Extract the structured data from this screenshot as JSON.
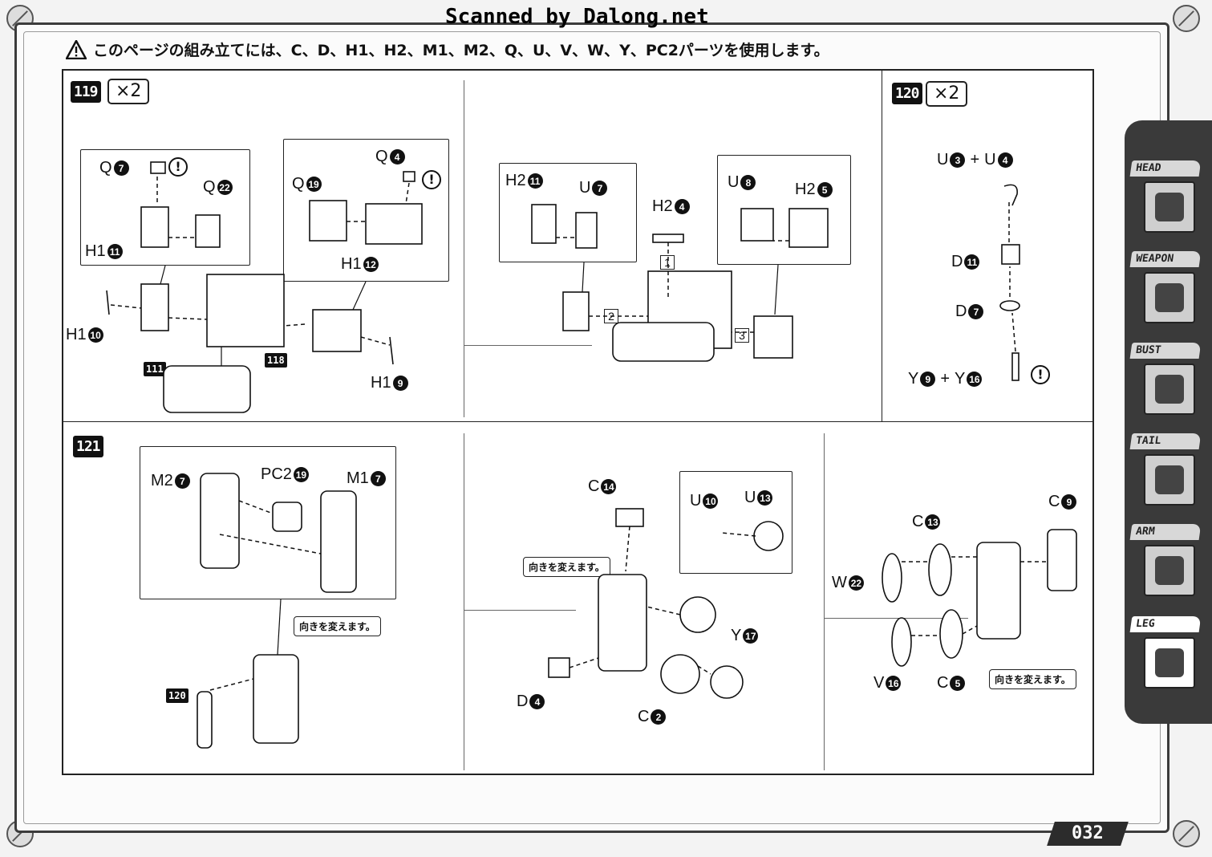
{
  "header": {
    "scan_credit": "Scanned by Dalong.net",
    "warning": "このページの組み立てには、C、D、H1、H2、M1、M2、Q、U、V、W、Y、PC2パーツを使用します。"
  },
  "steps": {
    "s119": {
      "number": "119",
      "multiplier": "×2"
    },
    "s120": {
      "number": "120",
      "multiplier": "×2"
    },
    "s121": {
      "number": "121"
    }
  },
  "labels119": {
    "q7": {
      "part": "Q",
      "n": "7"
    },
    "q22": {
      "part": "Q",
      "n": "22"
    },
    "h1_11": {
      "part": "H1",
      "n": "11"
    },
    "q19": {
      "part": "Q",
      "n": "19"
    },
    "q4": {
      "part": "Q",
      "n": "4"
    },
    "h1_12": {
      "part": "H1",
      "n": "12"
    },
    "h1_10": {
      "part": "H1",
      "n": "10"
    },
    "h1_9": {
      "part": "H1",
      "n": "9"
    },
    "tag111": "111",
    "tag118": "118",
    "h2_11": {
      "part": "H2",
      "n": "11"
    },
    "u7": {
      "part": "U",
      "n": "7"
    },
    "h2_4": {
      "part": "H2",
      "n": "4"
    },
    "u8": {
      "part": "U",
      "n": "8"
    },
    "h2_5": {
      "part": "H2",
      "n": "5"
    },
    "seq1": "1",
    "seq2": "2",
    "seq3": "3"
  },
  "labels120": {
    "u3": {
      "part": "U",
      "n": "3"
    },
    "u4": {
      "part": "U",
      "n": "4"
    },
    "d11": {
      "part": "D",
      "n": "11"
    },
    "d7": {
      "part": "D",
      "n": "7"
    },
    "y9": {
      "part": "Y",
      "n": "9"
    },
    "y16": {
      "part": "Y",
      "n": "16"
    },
    "plus": "+"
  },
  "labels121": {
    "m2_7": {
      "part": "M2",
      "n": "7"
    },
    "pc2_19": {
      "part": "PC2",
      "n": "19"
    },
    "m1_7": {
      "part": "M1",
      "n": "7"
    },
    "c14": {
      "part": "C",
      "n": "14"
    },
    "u10": {
      "part": "U",
      "n": "10"
    },
    "u13": {
      "part": "U",
      "n": "13"
    },
    "y17": {
      "part": "Y",
      "n": "17"
    },
    "d4": {
      "part": "D",
      "n": "4"
    },
    "c2": {
      "part": "C",
      "n": "2"
    },
    "c13": {
      "part": "C",
      "n": "13"
    },
    "c9": {
      "part": "C",
      "n": "9"
    },
    "w22": {
      "part": "W",
      "n": "22"
    },
    "v16": {
      "part": "V",
      "n": "16"
    },
    "c5": {
      "part": "C",
      "n": "5"
    },
    "tag120": "120",
    "note": "向きを変えます。"
  },
  "excl": "!",
  "tabs": [
    {
      "label": "HEAD",
      "icon": "dinosaur-head-icon",
      "active": false
    },
    {
      "label": "WEAPON",
      "icon": "weapon-icon",
      "active": false
    },
    {
      "label": "BUST",
      "icon": "bust-icon",
      "active": false
    },
    {
      "label": "TAIL",
      "icon": "tail-icon",
      "active": false
    },
    {
      "label": "ARM",
      "icon": "arm-icon",
      "active": false
    },
    {
      "label": "LEG",
      "icon": "leg-icon",
      "active": true
    }
  ],
  "page_number": "032"
}
